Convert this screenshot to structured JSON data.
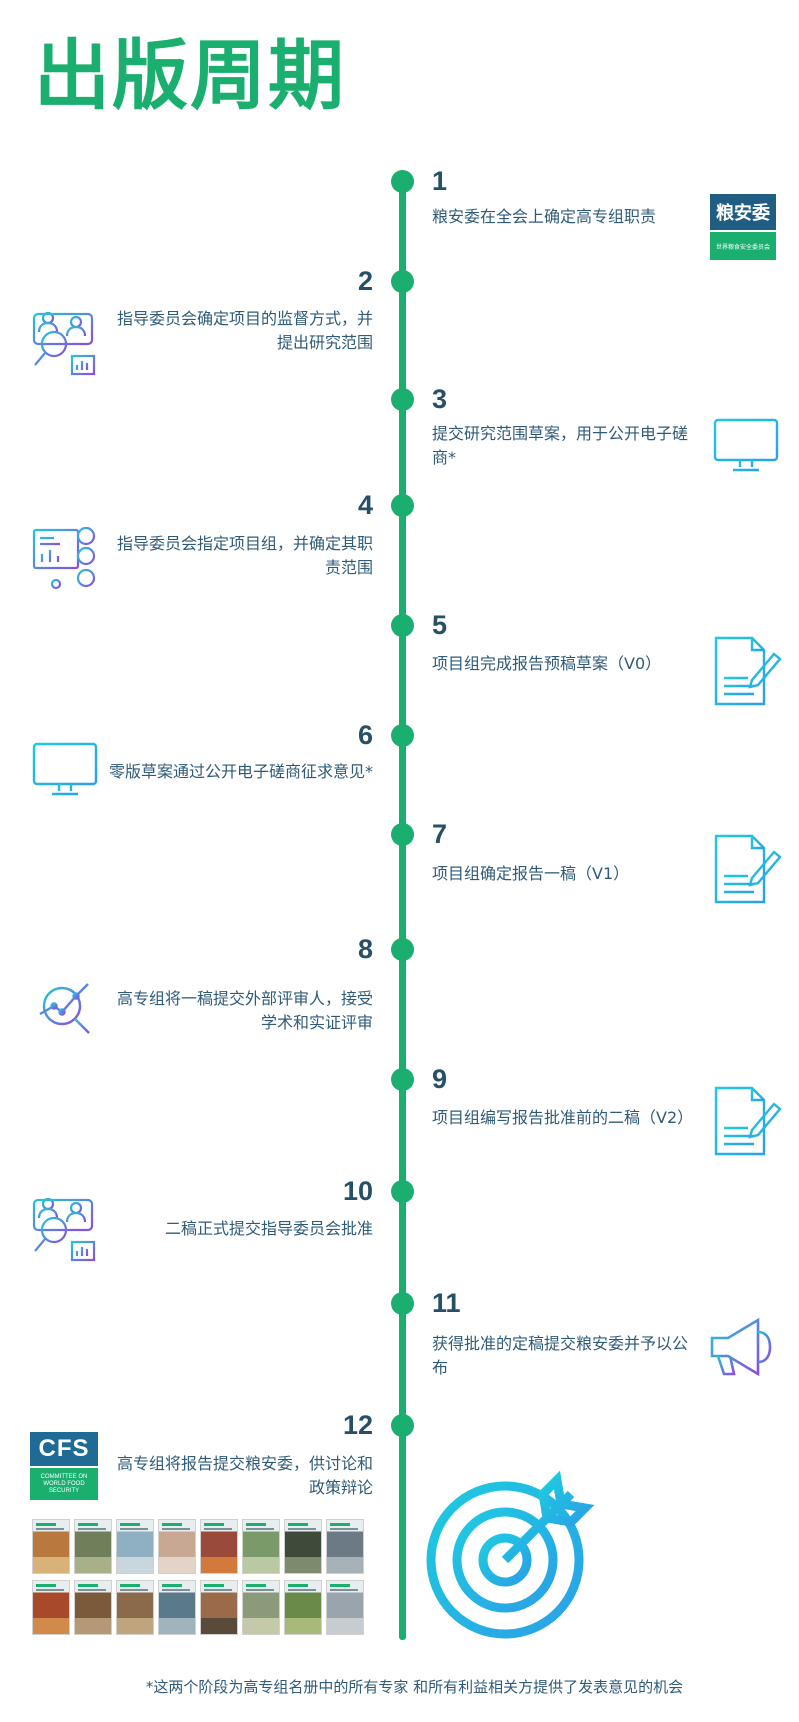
{
  "title": "出版周期",
  "logos": {
    "cfs_zh_top": "粮安委",
    "cfs_zh_bottom": "世界粮食安全委员会",
    "cfs_en_top": "CFS",
    "cfs_en_bottom": "COMMITTEE ON WORLD FOOD SECURITY"
  },
  "steps": [
    {
      "num": "1",
      "text": "粮安委在全会上确定高专组职责"
    },
    {
      "num": "2",
      "text": "指导委员会确定项目的监督方式，并提出研究范围"
    },
    {
      "num": "3",
      "text": "提交研究范围草案，用于公开电子磋商*"
    },
    {
      "num": "4",
      "text": "指导委员会指定项目组，并确定其职责范围"
    },
    {
      "num": "5",
      "text": "项目组完成报告预稿草案（V0）"
    },
    {
      "num": "6",
      "text": "零版草案通过公开电子磋商征求意见*"
    },
    {
      "num": "7",
      "text": "项目组确定报告一稿（V1）"
    },
    {
      "num": "8",
      "text": "高专组将一稿提交外部评审人，接受学术和实证评审"
    },
    {
      "num": "9",
      "text": "项目组编写报告批准前的二稿（V2）"
    },
    {
      "num": "10",
      "text": "二稿正式提交指导委员会批准"
    },
    {
      "num": "11",
      "text": "获得批准的定稿提交粮安委并予以公布"
    },
    {
      "num": "12",
      "text": "高专组将报告提交粮安委，供讨论和政策辩论"
    }
  ],
  "icons": {
    "step2": "team-analysis-icon",
    "step3": "monitor-icon",
    "step4": "presentation-team-icon",
    "step5": "document-edit-icon",
    "step6": "monitor-icon",
    "step7": "document-edit-icon",
    "step8": "data-search-icon",
    "step9": "document-edit-icon",
    "step10": "team-analysis-icon",
    "step11": "megaphone-icon",
    "final": "target-icon"
  },
  "colors": {
    "accent_green": "#1aae6f",
    "text_blue": "#2f5b78",
    "icon_cyan": "#22c7d8",
    "icon_purple": "#8a4de0"
  },
  "footnote": "*这两个阶段为高专组名册中的所有专家 和所有利益相关方提供了发表意见的机会"
}
